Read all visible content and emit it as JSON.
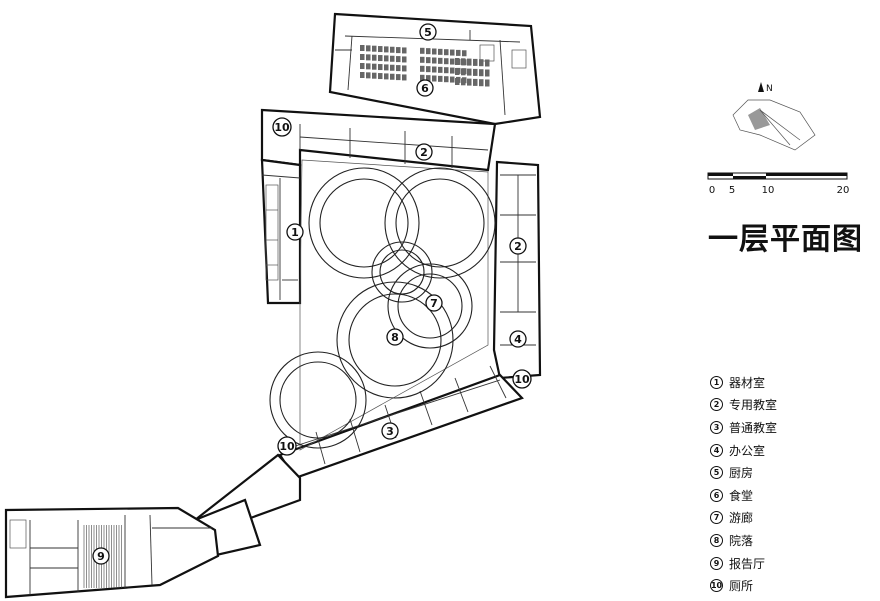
{
  "title": "一层平面图",
  "north_label": "N",
  "scale_ticks": [
    "0",
    "5",
    "10",
    "20"
  ],
  "legend": [
    {
      "num": "1",
      "label": "器材室"
    },
    {
      "num": "2",
      "label": "专用教室"
    },
    {
      "num": "3",
      "label": "普通教室"
    },
    {
      "num": "4",
      "label": "办公室"
    },
    {
      "num": "5",
      "label": "厨房"
    },
    {
      "num": "6",
      "label": "食堂"
    },
    {
      "num": "7",
      "label": "游廊"
    },
    {
      "num": "8",
      "label": "院落"
    },
    {
      "num": "9",
      "label": "报告厅"
    },
    {
      "num": "10",
      "label": "厕所"
    }
  ],
  "plan_markers": [
    "5",
    "6",
    "10",
    "2",
    "1",
    "2",
    "7",
    "8",
    "4",
    "10",
    "3",
    "10",
    "9"
  ]
}
